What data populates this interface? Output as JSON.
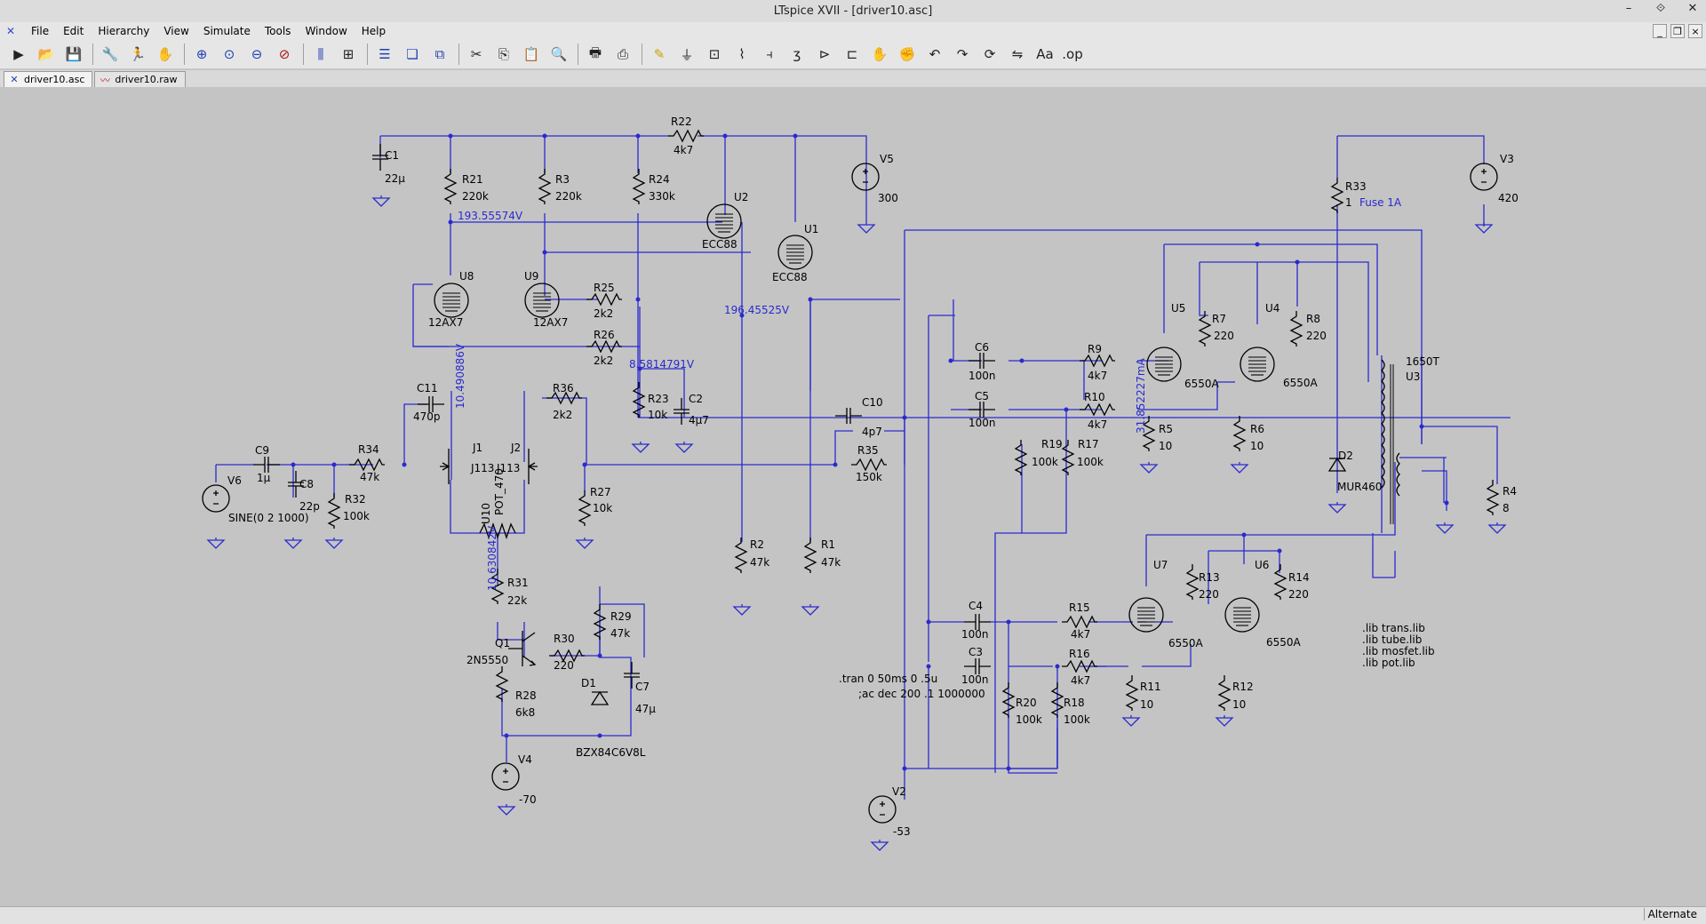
{
  "window": {
    "title": "LTspice XVII - [driver10.asc]",
    "minimize": "–",
    "restore": "⟐",
    "close": "✕"
  },
  "menu": [
    "File",
    "Edit",
    "Hierarchy",
    "View",
    "Simulate",
    "Tools",
    "Window",
    "Help"
  ],
  "tabs": [
    {
      "label": "driver10.asc",
      "icon": "schematic-icon"
    },
    {
      "label": "driver10.raw",
      "icon": "waveform-icon"
    }
  ],
  "status": {
    "mode": "Alternate"
  },
  "labels": {
    "R22": "R22",
    "R22v": "4k7",
    "C1": "C1",
    "C1v": "22µ",
    "R21": "R21",
    "R21v": "220k",
    "R3": "R3",
    "R3v": "220k",
    "R24": "R24",
    "R24v": "330k",
    "U2": "U2",
    "U2v": "ECC88",
    "U1": "U1",
    "U1v": "ECC88",
    "V5": "V5",
    "V5v": "300",
    "R33": "R33",
    "R33v": "1",
    "fuse": "Fuse 1A",
    "V3": "V3",
    "V3v": "420",
    "volt1": "193.55574V",
    "U8": "U8",
    "U8v": "12AX7",
    "U9": "U9",
    "U9v": "12AX7",
    "R25": "R25",
    "R25v": "2k2",
    "R26": "R26",
    "R26v": "2k2",
    "volt2": "196.45525V",
    "volt3": "8.5814791V",
    "volt4": "10.490886V",
    "volt5": "31.852227mA",
    "volt6": "10.630842V",
    "R23": "R23",
    "R23v": "10k",
    "C2": "C2",
    "C2v": "4µ7",
    "C11": "C11",
    "C11v": "470p",
    "R36": "R36",
    "R36v": "2k2",
    "C10": "C10",
    "C10v": "4p7",
    "R35": "R35",
    "R35v": "150k",
    "C6": "C6",
    "C6v": "100n",
    "C5": "C5",
    "C5v": "100n",
    "R9": "R9",
    "R9v": "4k7",
    "R10": "R10",
    "R10v": "4k7",
    "U5": "U5",
    "U5v": "6550A",
    "U4": "U4",
    "U4v": "6550A",
    "R7": "R7",
    "R7v": "220",
    "R8": "R8",
    "R8v": "220",
    "R5": "R5",
    "R5v": "10",
    "R6": "R6",
    "R6v": "10",
    "U3": "U3",
    "U3v": "1650T",
    "D2": "D2",
    "D2v": "MUR460",
    "R4": "R4",
    "R4v": "8",
    "C9": "C9",
    "C9v": "1µ",
    "V6": "V6",
    "V6v": "SINE(0 2 1000)",
    "C8": "C8",
    "C8v": "22p",
    "R34": "R34",
    "R34v": "47k",
    "R32": "R32",
    "R32v": "100k",
    "J1": "J1",
    "J1v": "J113",
    "J2": "J2",
    "J2v": "J113",
    "U10": "U10",
    "U10v": "POT_470",
    "R27": "R27",
    "R27v": "10k",
    "R19": "R19",
    "R19v": "100k",
    "R17": "R17",
    "R17v": "100k",
    "R2": "R2",
    "R2v": "47k",
    "R1": "R1",
    "R1v": "47k",
    "R31": "R31",
    "R31v": "22k",
    "R29": "R29",
    "R29v": "47k",
    "Q1": "Q1",
    "Q1v": "2N5550",
    "R30": "R30",
    "R30v": "220",
    "D1": "D1",
    "D1v": "BZX84C6V8L",
    "C7": "C7",
    "C7v": "47µ",
    "R28": "R28",
    "R28v": "6k8",
    "V4": "V4",
    "V4v": "-70",
    "C4": "C4",
    "C4v": "100n",
    "C3": "C3",
    "C3v": "100n",
    "R15": "R15",
    "R15v": "4k7",
    "R16": "R16",
    "R16v": "4k7",
    "U7": "U7",
    "U7v": "6550A",
    "U6": "U6",
    "U6v": "6550A",
    "R13": "R13",
    "R13v": "220",
    "R14": "R14",
    "R14v": "220",
    "R11": "R11",
    "R11v": "10",
    "R12": "R12",
    "R12v": "10",
    "R20": "R20",
    "R20v": "100k",
    "R18": "R18",
    "R18v": "100k",
    "V2": "V2",
    "V2v": "-53",
    "tran": ".tran 0 50ms 0 .5u",
    "ac": ";ac dec 200 .1 1000000",
    "lib1": ".lib trans.lib",
    "lib2": ".lib tube.lib",
    "lib3": ".lib mosfet.lib",
    "lib4": ".lib pot.lib"
  }
}
